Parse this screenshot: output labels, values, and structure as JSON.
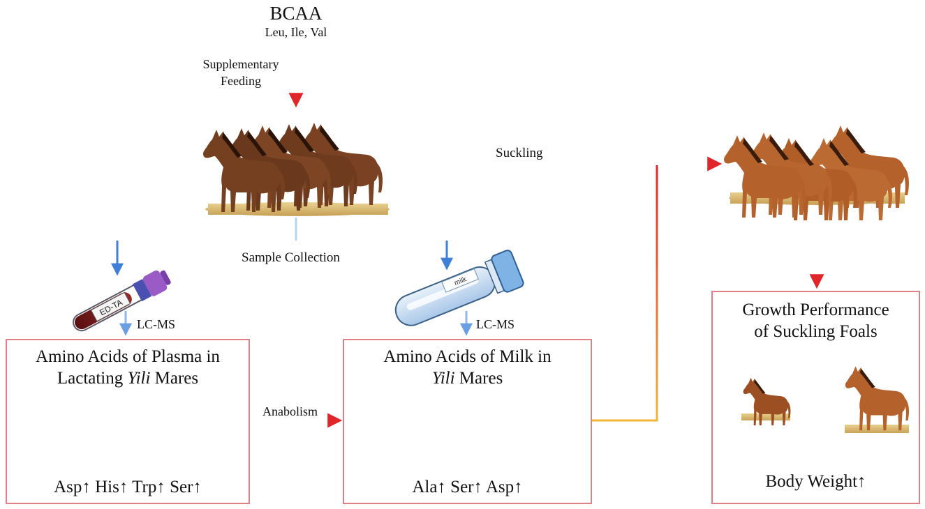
{
  "bcaa": {
    "title": "BCAA",
    "subtitle": "Leu, Ile, Val"
  },
  "labels": {
    "supplementary_line1": "Supplementary",
    "supplementary_line2": "Feeding",
    "suckling": "Suckling",
    "sample_collection": "Sample Collection",
    "lcms_left": "LC-MS",
    "lcms_right": "LC-MS",
    "anabolism": "Anabolism",
    "tube_left_label": "ED-TA",
    "tube_right_label": "milk"
  },
  "plasma_box": {
    "title_line1": "Amino Acids of Plasma in",
    "title_line2_pre": "Lactating ",
    "title_line2_italic": "Yili",
    "title_line2_post": " Mares",
    "changes": "Asp↑ His↑ Trp↑ Ser↑"
  },
  "milk_box": {
    "title_line1": "Amino Acids of Milk in",
    "title_line2_italic": "Yili",
    "title_line2_post": " Mares",
    "changes": "Ala↑ Ser↑ Asp↑"
  },
  "growth_box": {
    "title_line1": "Growth Performance",
    "title_line2": "of Suckling Foals",
    "result": "Body Weight↑"
  },
  "colors": {
    "warm_start": "#f2b63a",
    "warm_end": "#e1262a",
    "blue_dark": "#3f7fd8",
    "blue_light": "#b9d4f2",
    "box_border": "#e07f86",
    "mare_coat": "#6e3b1e",
    "foal_coat": "#b5612b",
    "blood": "#7a1d1d",
    "cap_purple": "#9b5bc7",
    "cap_blue": "#7fb3e6"
  }
}
